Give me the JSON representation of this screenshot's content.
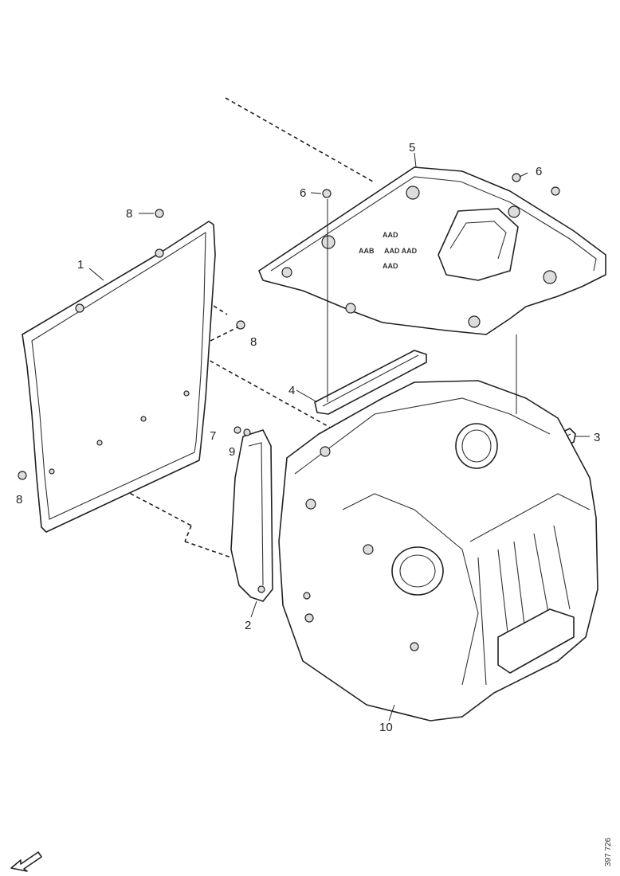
{
  "drawing": {
    "reference_number": "397 726",
    "callouts": [
      {
        "id": "callout-1",
        "label": "1"
      },
      {
        "id": "callout-2",
        "label": "2"
      },
      {
        "id": "callout-3",
        "label": "3"
      },
      {
        "id": "callout-4",
        "label": "4"
      },
      {
        "id": "callout-5",
        "label": "5"
      },
      {
        "id": "callout-6a",
        "label": "6"
      },
      {
        "id": "callout-6b",
        "label": "6"
      },
      {
        "id": "callout-7",
        "label": "7"
      },
      {
        "id": "callout-8a",
        "label": "8"
      },
      {
        "id": "callout-8b",
        "label": "8"
      },
      {
        "id": "callout-8c",
        "label": "8"
      },
      {
        "id": "callout-9",
        "label": "9"
      },
      {
        "id": "callout-10",
        "label": "10"
      }
    ],
    "cover_stamp_lines": [
      "AAD",
      "AAB",
      "AAD AAD",
      "AAD"
    ],
    "orientation_arrow": "front-direction-arrow-icon"
  }
}
